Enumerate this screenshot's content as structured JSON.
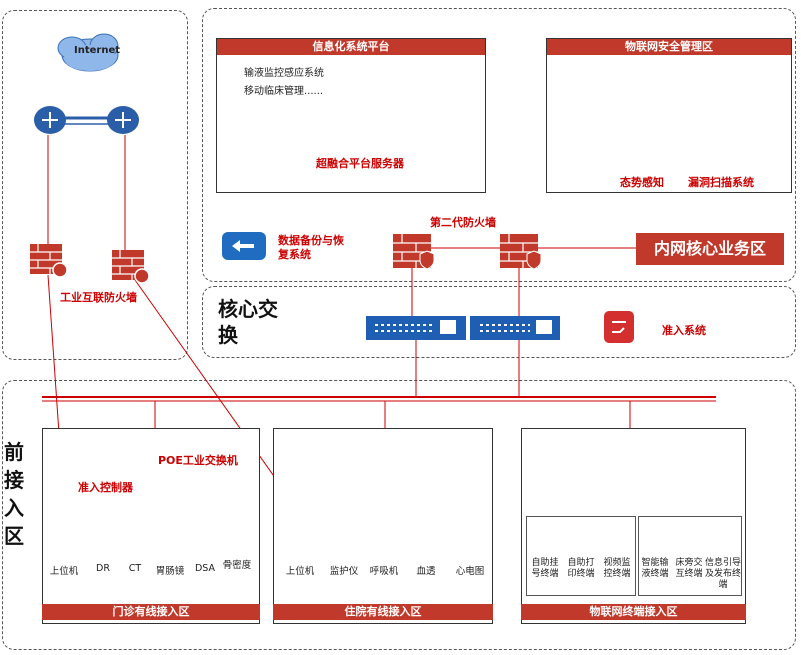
{
  "internet": "Internet",
  "firewall_industrial": "工业互联防火墙",
  "info_platform": {
    "title": "信息化系统平台",
    "line1": "输液监控感应系统",
    "line2": "移动临床管理......",
    "servers_label": "超融合平台服务器"
  },
  "iot_security": {
    "title": "物联网安全管理区",
    "situation": "态势感知",
    "vuln_scan": "漏洞扫描系统"
  },
  "backup": "数据备份与恢复系统",
  "ngfw": "第二代防火墙",
  "intranet_core": "内网核心业务区",
  "core_switch": "核心交换",
  "access_system": "准入系统",
  "front_access": [
    "前",
    "接",
    "入",
    "区"
  ],
  "poe_switch": "POE工业交换机",
  "access_controller": "准入控制器",
  "outpatient": {
    "title": "门诊有线接入区",
    "devices": [
      "上位机",
      "DR",
      "CT",
      "胃肠镜",
      "DSA",
      "骨密度"
    ]
  },
  "inpatient": {
    "title": "住院有线接入区",
    "devices": [
      "上位机",
      "监护仪",
      "呼吸机",
      "血透",
      "心电图"
    ]
  },
  "iot_terminal": {
    "title": "物联网终端接入区",
    "devices": [
      "自助挂号终端",
      "自助打印终端",
      "视频监控终端",
      "智能输液终端",
      "床旁交互终端",
      "信息引导及发布终端"
    ]
  }
}
